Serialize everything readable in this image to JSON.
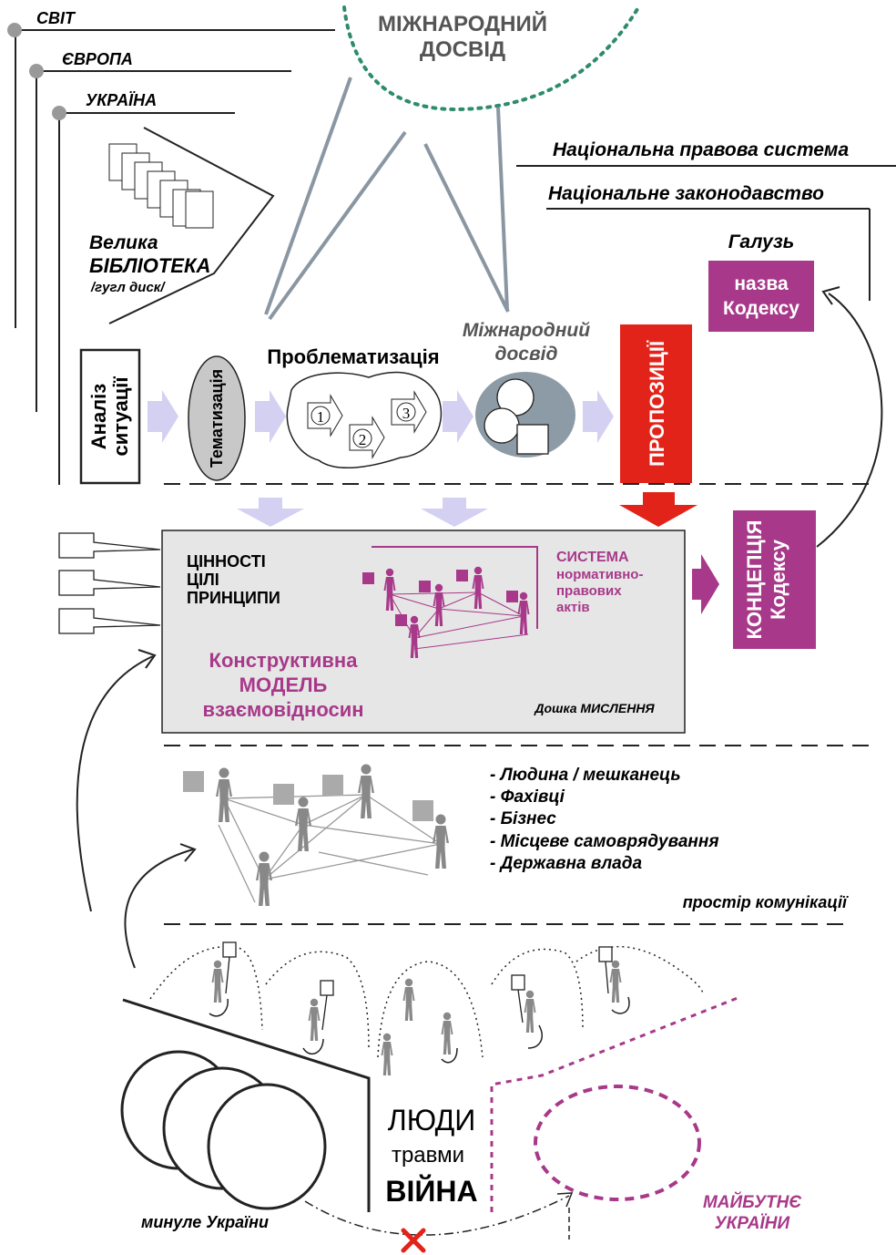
{
  "levels": {
    "world": "СВІТ",
    "europe": "ЄВРОПА",
    "ukraine": "УКРАЇНА"
  },
  "intl_top": [
    "МІЖНАРОДНИЙ",
    "ДОСВІД"
  ],
  "national_legal_system": "Національна правова система",
  "national_legislation": "Національне законодавство",
  "branch": "Галузь",
  "code_name": [
    "назва",
    "Кодексу"
  ],
  "library": {
    "line1": "Велика",
    "line2": "БІБЛІОТЕКА",
    "line3": "/гугл диск/"
  },
  "process": {
    "analysis": [
      "Аналіз",
      "ситуації"
    ],
    "thematization": "Тематизація",
    "problematization": "Проблематизація",
    "steps": [
      "1",
      "2",
      "3"
    ],
    "intl_experience": [
      "Міжнародний",
      "досвід"
    ],
    "propositions": "ПРОПОЗИЦІЇ"
  },
  "board": {
    "values": [
      "ЦІННОСТІ",
      "ЦІЛІ",
      "ПРИНЦИПИ"
    ],
    "system": [
      "СИСТЕМА",
      "нормативно-",
      "правових",
      "актів"
    ],
    "model": [
      "Конструктивна",
      "МОДЕЛЬ",
      "взаємовідносин"
    ],
    "board_label": "Дошка МИСЛЕННЯ"
  },
  "concept": [
    "КОНЦЕПЦІЯ",
    "Кодексу"
  ],
  "stakeholders": [
    "- Людина / мешканець",
    "- Фахівці",
    "- Бізнес",
    "- Місцеве самоврядування",
    "- Державна влада"
  ],
  "communication_space": "простір комунікації",
  "bottom": {
    "people": "ЛЮДИ",
    "traumas": "травми",
    "war": "ВІЙНА",
    "past": "минуле України",
    "future": [
      "МАЙБУТНЄ",
      "УКРАЇНИ"
    ]
  },
  "colors": {
    "magenta": "#a8398a",
    "red": "#e2231a",
    "lavender": "#d4d0f2",
    "green_dots": "#2e8b6e",
    "gray_fill": "#e6e6e6",
    "figure_gray": "#888888"
  }
}
